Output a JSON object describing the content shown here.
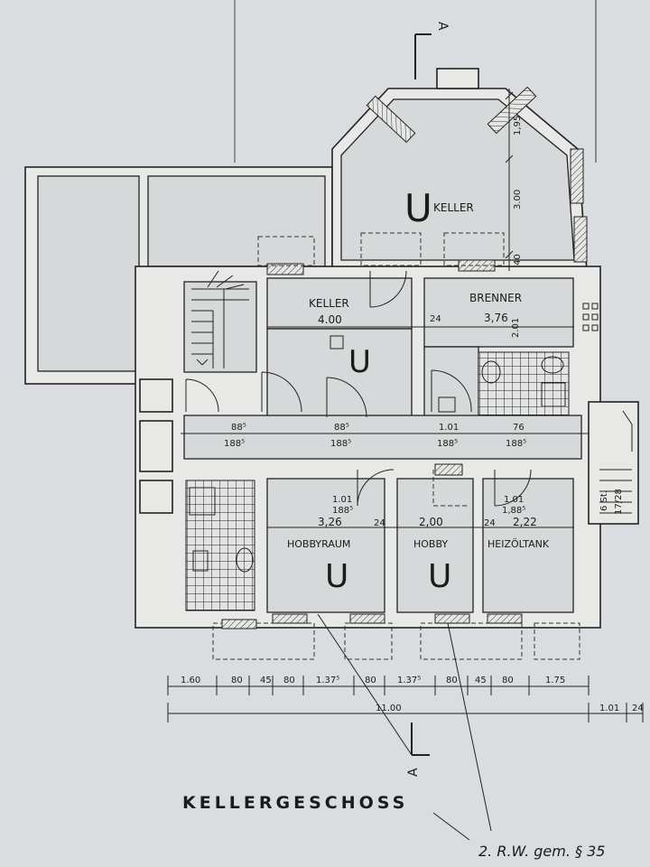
{
  "title": "KELLERGESCHOSS",
  "section_marks": {
    "top": "A",
    "bottom": "A"
  },
  "rooms": {
    "keller_top": "KELLER",
    "keller_mid": "KELLER",
    "brenner": "BRENNER",
    "hobbyraum": "HOBBYRAUM",
    "hobby": "HOBBY",
    "heizoeltank": "HEIZÖLTANK"
  },
  "room_symbols": {
    "u": "U"
  },
  "room_widths": {
    "keller": "4.00",
    "brenner": "3,76",
    "hobbyraum": "3,26",
    "hobby": "2,00",
    "heizoeltank": "2,22",
    "wall_24a": "24",
    "wall_24b": "24",
    "wall_24c": "24"
  },
  "door_dims": {
    "d1_top": "88⁵",
    "d1_bot": "188⁵",
    "d2_top": "88⁵",
    "d2_bot": "188⁵",
    "d3_top": "1.01",
    "d3_bot": "188⁵",
    "d4_top": "76",
    "d4_bot": "188⁵",
    "d5_top": "1.01",
    "d5_bot": "188⁵",
    "d6_top": "1.01",
    "d6_bot": "1,88⁵"
  },
  "vertical_dims": {
    "v1": "1,95",
    "v2": "3.00",
    "v3": "40",
    "v4": "2.01"
  },
  "stair_dims": {
    "a": "6 St.",
    "b": "17/28"
  },
  "bottom_dims": [
    "1.60",
    "80",
    "45",
    "80",
    "1.37⁵",
    "80",
    "1.37⁵",
    "80",
    "45",
    "80",
    "1.75"
  ],
  "total_dims": {
    "total": "11.00",
    "side": "1.01",
    "wall": "24"
  },
  "annotation": "2. R.W. gem. § 35"
}
